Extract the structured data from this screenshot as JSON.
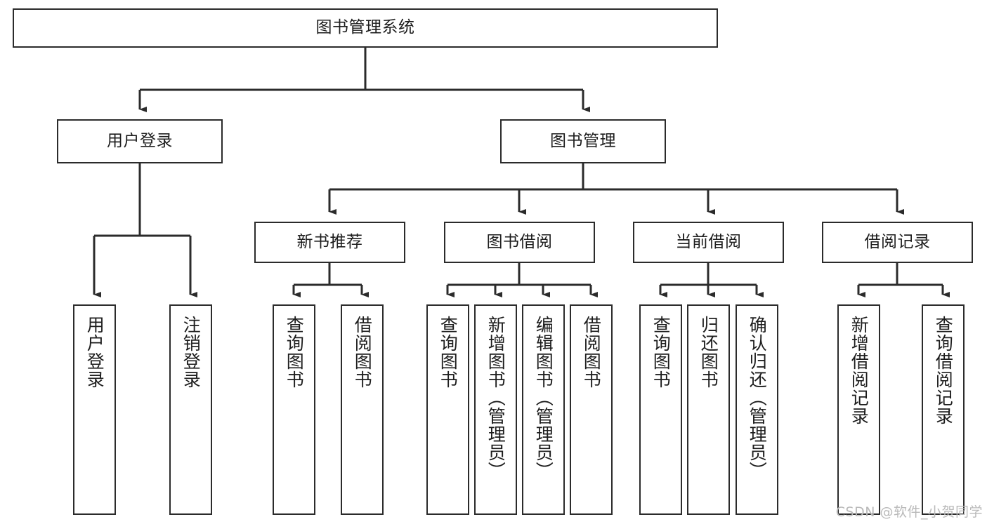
{
  "diagram": {
    "type": "tree-hierarchy",
    "title": "图书管理系统",
    "watermark": "CSDN @软件_小贺同学",
    "colors": {
      "box_border": "#2b2b2b",
      "box_fill": "#ffffff",
      "edge": "#2b2b2b",
      "text": "#1d1d1d",
      "watermark": "#b9b9b9",
      "background": "#ffffff"
    },
    "nodes": {
      "root": {
        "label": "图书管理系统"
      },
      "level2": [
        {
          "id": "user-login",
          "label": "用户登录"
        },
        {
          "id": "book-manage",
          "label": "图书管理"
        }
      ],
      "level3": [
        {
          "id": "new-book-recommend",
          "label": "新书推荐",
          "parent": "book-manage"
        },
        {
          "id": "book-borrow",
          "label": "图书借阅",
          "parent": "book-manage"
        },
        {
          "id": "current-borrow",
          "label": "当前借阅",
          "parent": "book-manage"
        },
        {
          "id": "borrow-record",
          "label": "借阅记录",
          "parent": "book-manage"
        }
      ],
      "leaves": [
        {
          "id": "leaf-user-login",
          "label": "用户登录",
          "parent": "user-login"
        },
        {
          "id": "leaf-logout-login",
          "label": "注销登录",
          "parent": "user-login"
        },
        {
          "id": "leaf-query-book-1",
          "label": "查询图书",
          "parent": "new-book-recommend"
        },
        {
          "id": "leaf-borrow-book-1",
          "label": "借阅图书",
          "parent": "new-book-recommend"
        },
        {
          "id": "leaf-query-book-2",
          "label": "查询图书",
          "parent": "book-borrow"
        },
        {
          "id": "leaf-add-book",
          "label": "新增图书（管理员）",
          "parent": "book-borrow"
        },
        {
          "id": "leaf-edit-book",
          "label": "编辑图书（管理员）",
          "parent": "book-borrow"
        },
        {
          "id": "leaf-borrow-book-2",
          "label": "借阅图书",
          "parent": "book-borrow"
        },
        {
          "id": "leaf-query-book-3",
          "label": "查询图书",
          "parent": "current-borrow"
        },
        {
          "id": "leaf-return-book",
          "label": "归还图书",
          "parent": "current-borrow"
        },
        {
          "id": "leaf-confirm-return",
          "label": "确认归还（管理员）",
          "parent": "current-borrow"
        },
        {
          "id": "leaf-add-record",
          "label": "新增借阅记录",
          "parent": "borrow-record"
        },
        {
          "id": "leaf-query-record",
          "label": "查询借阅记录",
          "parent": "borrow-record"
        }
      ]
    }
  }
}
